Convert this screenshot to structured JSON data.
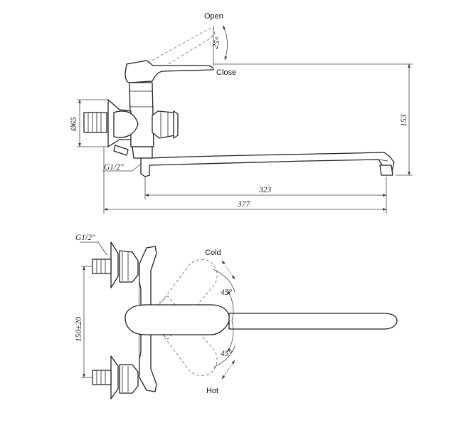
{
  "side_view": {
    "open_label": "Open",
    "close_label": "Close",
    "angle_label": "25°",
    "thread_label": "G1/2\"",
    "diameter_label": "Ø65",
    "height_label": "153",
    "spout_length_label": "323",
    "total_length_label": "377"
  },
  "top_view": {
    "thread_label": "G1/2\"",
    "spacing_label": "150±20",
    "cold_label": "Cold",
    "hot_label": "Hot",
    "cold_angle_label": "45°",
    "hot_angle_label": "45°"
  }
}
